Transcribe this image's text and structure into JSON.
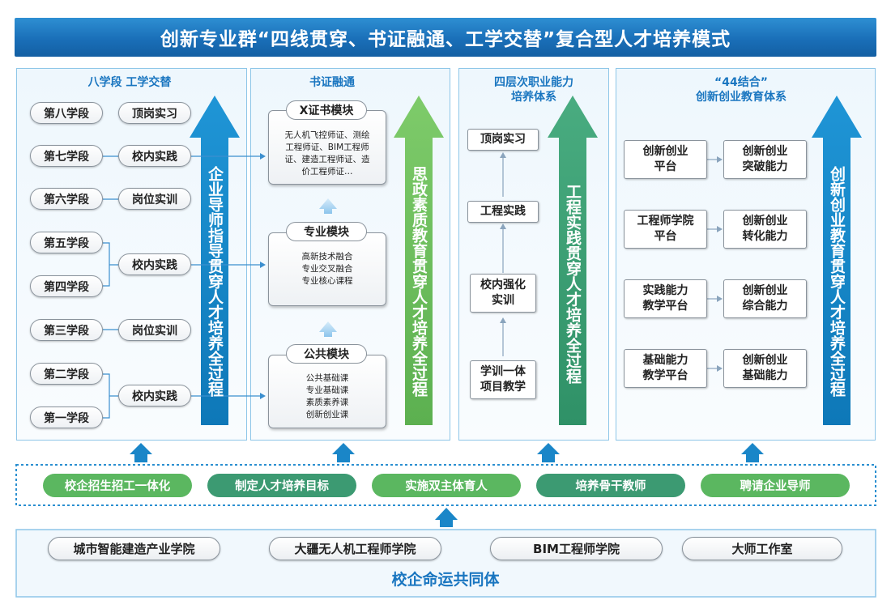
{
  "title": "创新专业群“四线贯穿、书证融通、工学交替”复合型人才培养模式",
  "panel1": {
    "title": "八学段  工学交替",
    "stages": [
      "第八学段",
      "第七学段",
      "第六学段",
      "第五学段",
      "第四学段",
      "第三学段",
      "第二学段",
      "第一学段"
    ],
    "practices": [
      "顶岗实习",
      "校内实践",
      "岗位实训",
      "校内实践",
      "岗位实训",
      "校内实践"
    ],
    "arrow_text": "企业导师指导贯穿人才培养全过程"
  },
  "panel2": {
    "title": "书证融通",
    "modules": [
      {
        "name": "X证书模块",
        "items": [
          "无人机飞控师证、测绘",
          "工程师证、BIM工程师",
          "证、建造工程师证、造",
          "价工程师证…"
        ]
      },
      {
        "name": "专业模块",
        "items": [
          "高新技术融合",
          "专业交叉融合",
          "专业核心课程"
        ]
      },
      {
        "name": "公共模块",
        "items": [
          "公共基础课",
          "专业基础课",
          "素质素养课",
          "创新创业课"
        ]
      }
    ],
    "arrow_text": "思政素质教育贯穿人才培养全过程"
  },
  "panel3": {
    "title_line1": "四层次职业能力",
    "title_line2": "培养体系",
    "levels": [
      {
        "line1": "顶岗实习",
        "line2": ""
      },
      {
        "line1": "工程实践",
        "line2": ""
      },
      {
        "line1": "校内强化",
        "line2": "实训"
      },
      {
        "line1": "学训一体",
        "line2": "项目教学"
      }
    ],
    "arrow_text": "工程实践贯穿人才培养全过程"
  },
  "panel4": {
    "title_line1": "“44结合”",
    "title_line2": "创新创业教育体系",
    "platforms": [
      {
        "line1": "创新创业",
        "line2": "平台"
      },
      {
        "line1": "工程师学院",
        "line2": "平台"
      },
      {
        "line1": "实践能力",
        "line2": "教学平台"
      },
      {
        "line1": "基础能力",
        "line2": "教学平台"
      }
    ],
    "abilities": [
      {
        "line1": "创新创业",
        "line2": "突破能力"
      },
      {
        "line1": "创新创业",
        "line2": "转化能力"
      },
      {
        "line1": "创新创业",
        "line2": "综合能力"
      },
      {
        "line1": "创新创业",
        "line2": "基础能力"
      }
    ],
    "arrow_text": "创新创业教育贯穿人才培养全过程"
  },
  "mechanisms": [
    "校企招生招工一体化",
    "制定人才培养目标",
    "实施双主体育人",
    "培养骨干教师",
    "聘请企业导师"
  ],
  "institutes": [
    "城市智能建造产业学院",
    "大疆无人机工程师学院",
    "BIM工程师学院",
    "大师工作室"
  ],
  "community": "校企命运共同体",
  "colors": {
    "title_blue": "#1a6fb8",
    "arrow_blue": "#1688c9",
    "arrow_green": "#6cbf5c",
    "arrow_teal": "#3aa074",
    "mech_green": "#5bb760",
    "mech_teal": "#3c9a72",
    "panel_title": "#1a76c0"
  }
}
